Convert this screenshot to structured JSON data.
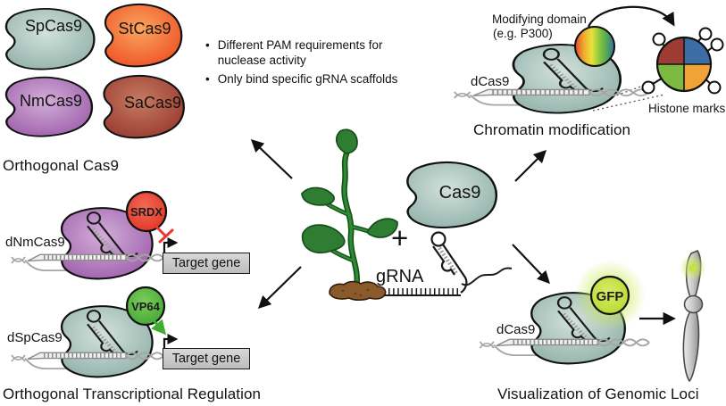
{
  "orthogonal_cas9": {
    "title": "Orthogonal Cas9",
    "variants": [
      {
        "label": "SpCas9",
        "color": "#8fb0a8"
      },
      {
        "label": "StCas9",
        "color": "#ee4e23"
      },
      {
        "label": "NmCas9",
        "color": "#9c5caa"
      },
      {
        "label": "SaCas9",
        "color": "#97372f"
      }
    ]
  },
  "properties_bullets": {
    "items": [
      {
        "bullet": "•",
        "text": "Different PAM requirements for nuclease activity"
      },
      {
        "bullet": "•",
        "text": "Only bind specific gRNA scaffolds"
      }
    ]
  },
  "center": {
    "cas9_label": "Cas9",
    "plus": "+",
    "grna_label": "gRNA"
  },
  "chromatin_modification": {
    "title": "Chromatin modification",
    "modifying_domain_line1": "Modifying domain",
    "modifying_domain_line2": "(e.g. P300)",
    "dcas9_label": "dCas9",
    "histone_marks_label": "Histone marks"
  },
  "transcriptional_regulation": {
    "title": "Orthogonal Transcriptional Regulation",
    "repressor": {
      "cas9_label": "dNmCas9",
      "effector_label": "SRDX",
      "effector_color": "#e02f22",
      "target_label": "Target gene"
    },
    "activator": {
      "cas9_label": "dSpCas9",
      "effector_label": "VP64",
      "effector_color": "#3da32f",
      "target_label": "Target gene"
    }
  },
  "genomic_loci": {
    "title": "Visualization of Genomic Loci",
    "dcas9_label": "dCas9",
    "gfp_label": "GFP",
    "gfp_color": "#b4d62a"
  }
}
